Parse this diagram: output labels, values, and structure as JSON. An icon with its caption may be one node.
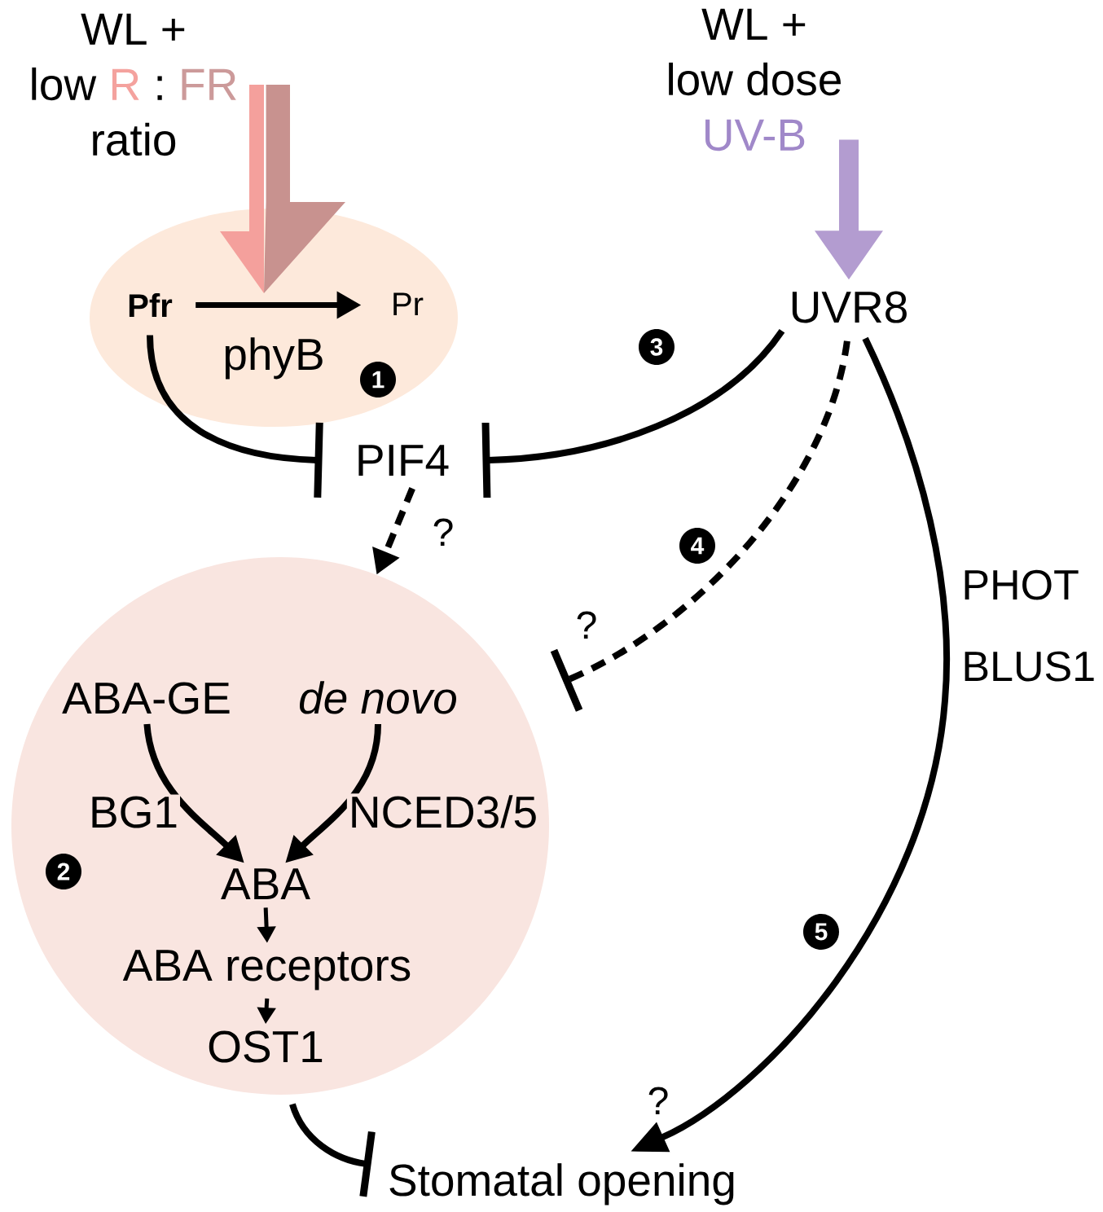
{
  "diagram": {
    "nodes": [
      {
        "text": [
          "WL +",
          "low",
          "R",
          ":",
          "FR",
          "ratio"
        ]
      },
      {
        "text": [
          "WL +",
          "low dose",
          "UV-B"
        ]
      },
      {
        "text": [
          "phyB"
        ]
      },
      {
        "text": [
          "Pfr"
        ],
        "in": 2
      },
      {
        "text": [
          "Pr"
        ],
        "in": 2
      },
      {
        "text": [
          "UVR8"
        ]
      },
      {
        "text": [
          "PIF4"
        ]
      },
      {
        "text": [],
        "shape": "circle"
      },
      {
        "text": [
          "ABA-GE"
        ],
        "in": 7
      },
      {
        "text": [
          "de novo"
        ],
        "in": 7
      },
      {
        "text": [
          "ABA"
        ],
        "in": 7
      },
      {
        "text": [
          "ABA receptors"
        ],
        "in": 7
      },
      {
        "text": [
          "OST1"
        ],
        "in": 7
      },
      {
        "text": [
          "Stomatal opening"
        ]
      }
    ],
    "edges": [
      {
        "from": 0,
        "to": 2,
        "arrow": "to",
        "style": "thick",
        "color": "#f4a09c"
      },
      {
        "from": 0,
        "to": 2,
        "arrow": "to",
        "style": "thick",
        "color": "#c8928f"
      },
      {
        "from": 3,
        "to": 4,
        "arrow": "to"
      },
      {
        "from": 1,
        "to": 5,
        "arrow": "to",
        "style": "thick",
        "color": "#b39cd0"
      },
      {
        "from": 3,
        "to": 6,
        "arrow": "other"
      },
      {
        "from": 5,
        "to": 6,
        "arrow": "other"
      },
      {
        "from": 6,
        "to": 7,
        "arrow": "to",
        "style": "dashed",
        "label": "?"
      },
      {
        "from": 5,
        "to": 7,
        "arrow": "other",
        "style": "dashed",
        "label": "?"
      },
      {
        "from": 5,
        "to": 13,
        "arrow": "to",
        "label": "?"
      },
      {
        "from": 8,
        "to": 10,
        "arrow": "to",
        "label": "BG1"
      },
      {
        "from": 9,
        "to": 10,
        "arrow": "to",
        "label": "NCED3/5"
      },
      {
        "from": 10,
        "to": 11,
        "arrow": "to"
      },
      {
        "from": 11,
        "to": 12,
        "arrow": "to"
      },
      {
        "from": 7,
        "to": 13,
        "arrow": "other"
      }
    ],
    "labels": [
      "1",
      "3",
      "4",
      "PHOT",
      "BLUS1",
      "2",
      "5"
    ]
  }
}
